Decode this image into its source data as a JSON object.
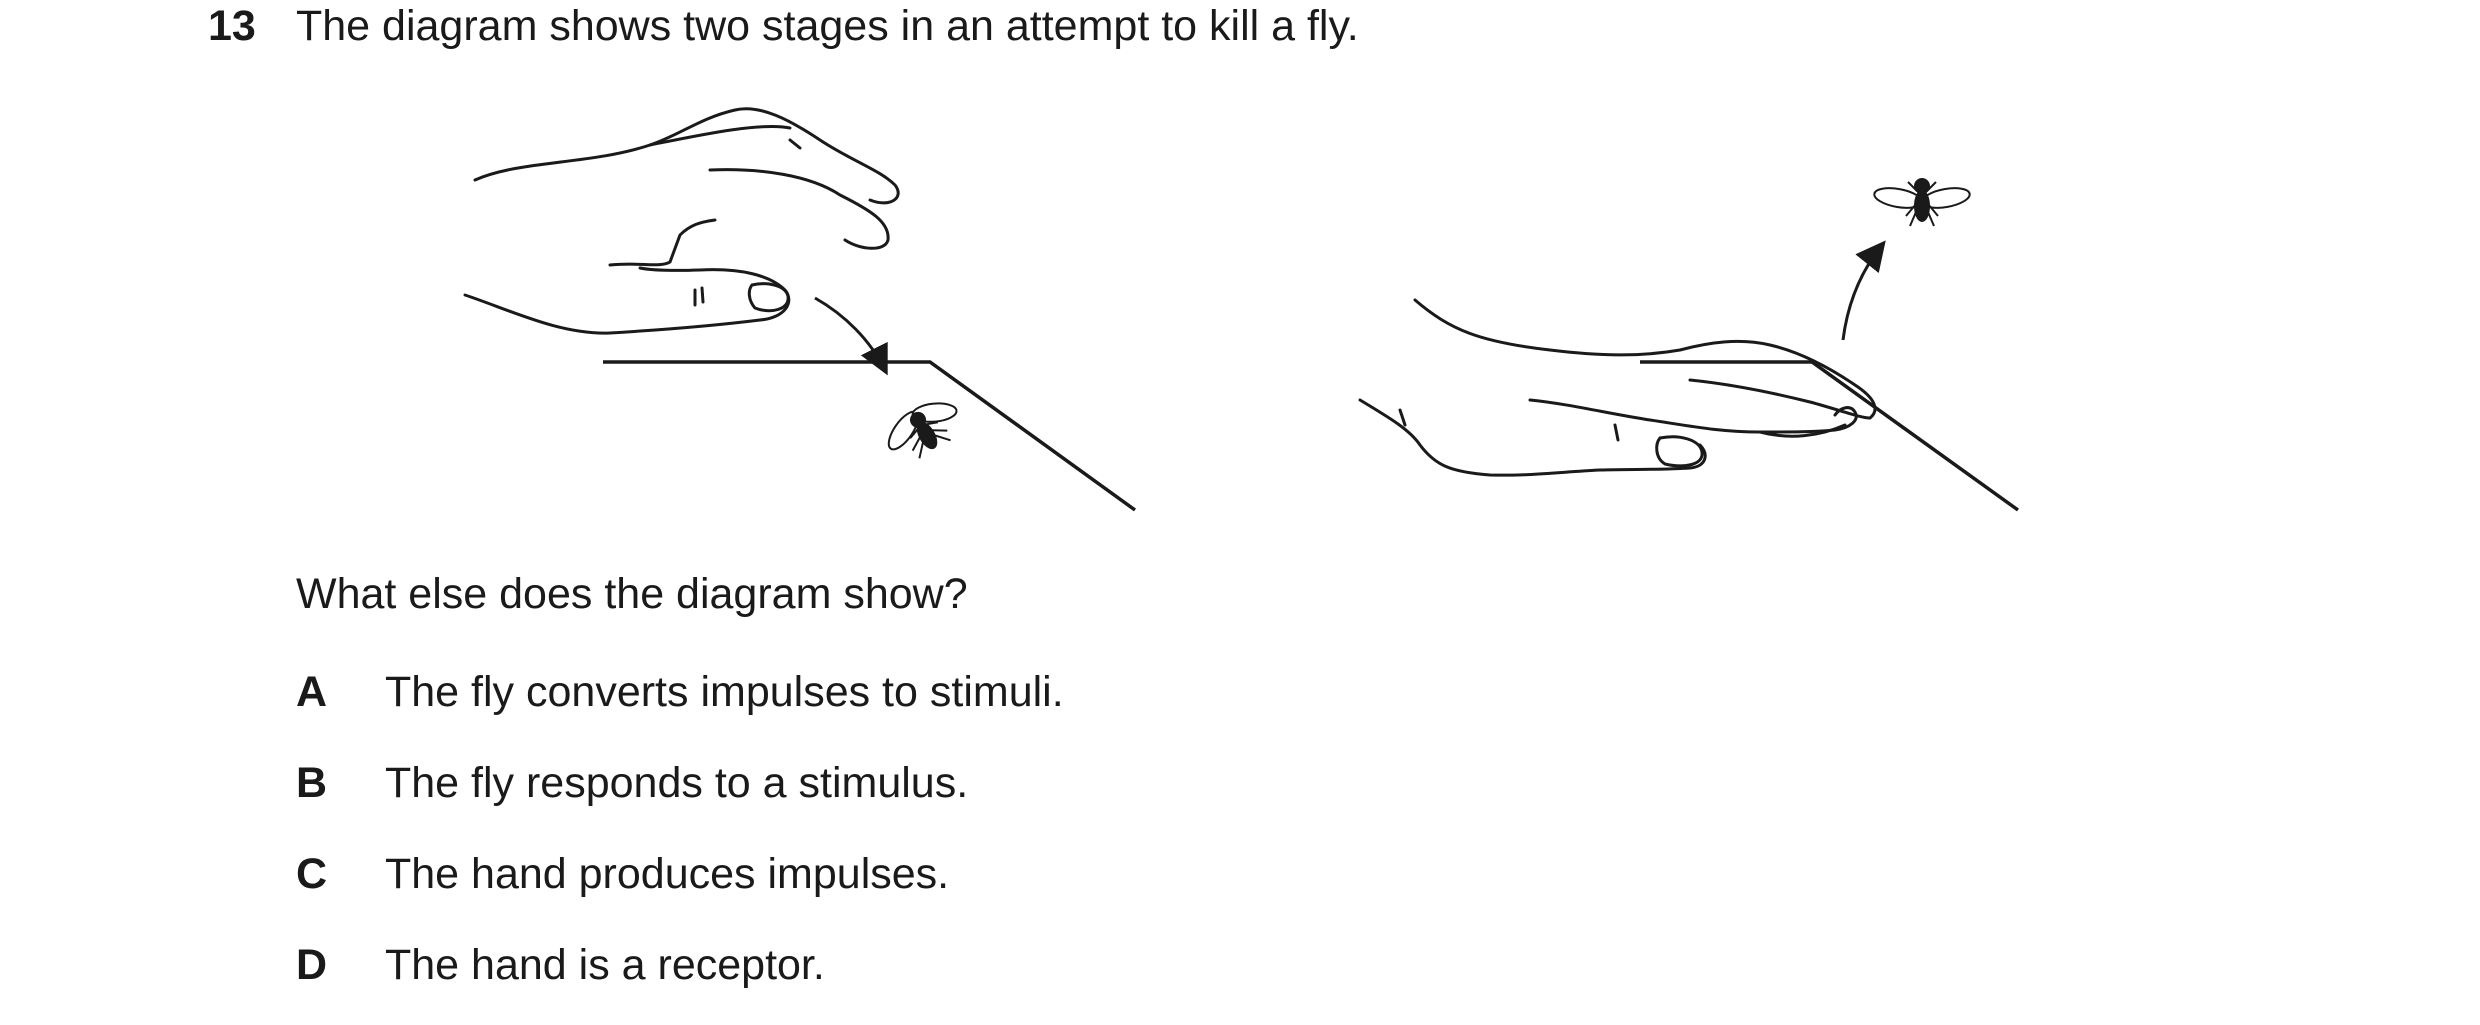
{
  "question": {
    "number": "13",
    "stem": "The diagram shows two stages in an attempt to kill a fly.",
    "prompt": "What else does the diagram show?"
  },
  "options": [
    {
      "letter": "A",
      "text": "The fly converts impulses to stimuli."
    },
    {
      "letter": "B",
      "text": "The fly responds to a stimulus."
    },
    {
      "letter": "C",
      "text": "The hand produces impulses."
    },
    {
      "letter": "D",
      "text": "The hand is a receptor."
    }
  ]
}
